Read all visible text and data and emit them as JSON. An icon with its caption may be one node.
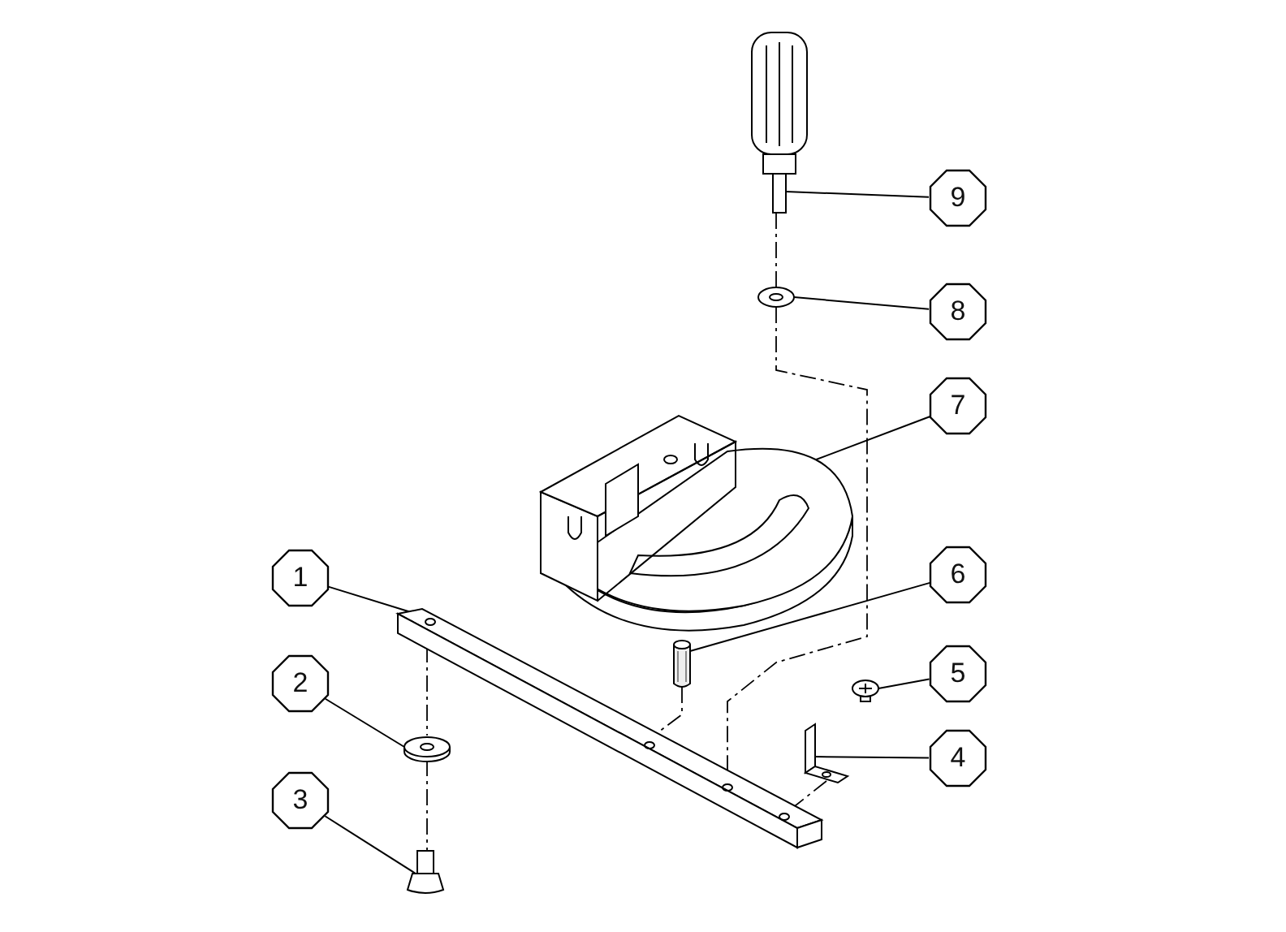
{
  "diagram": {
    "nodes": [
      {
        "text": [
          "1"
        ]
      },
      {
        "text": [
          "2"
        ]
      },
      {
        "text": [
          "3"
        ]
      },
      {
        "text": [
          "4"
        ]
      },
      {
        "text": [
          "5"
        ]
      },
      {
        "text": [
          "6"
        ]
      },
      {
        "text": [
          "7"
        ]
      },
      {
        "text": [
          "8"
        ]
      },
      {
        "text": [
          "9"
        ]
      },
      {
        "text": [],
        "shape": "picture"
      },
      {
        "text": [],
        "shape": "picture"
      },
      {
        "text": [],
        "shape": "picture"
      },
      {
        "text": [],
        "shape": "picture"
      },
      {
        "text": [],
        "shape": "picture"
      },
      {
        "text": [],
        "shape": "picture"
      },
      {
        "text": [],
        "shape": "picture"
      },
      {
        "text": [],
        "shape": "picture"
      },
      {
        "text": [],
        "shape": "picture"
      }
    ],
    "edges": [
      {
        "from": 0,
        "to": 9,
        "arrow": "none"
      },
      {
        "from": 1,
        "to": 10,
        "arrow": "none"
      },
      {
        "from": 2,
        "to": 11,
        "arrow": "none"
      },
      {
        "from": 3,
        "to": 12,
        "arrow": "none"
      },
      {
        "from": 4,
        "to": 13,
        "arrow": "none"
      },
      {
        "from": 5,
        "to": 14,
        "arrow": "none"
      },
      {
        "from": 6,
        "to": 15,
        "arrow": "none"
      },
      {
        "from": 7,
        "to": 16,
        "arrow": "none"
      },
      {
        "from": 8,
        "to": 17,
        "arrow": "none"
      },
      {
        "from": 17,
        "to": 16,
        "arrow": "none",
        "style": "dashed"
      },
      {
        "from": 16,
        "to": 9,
        "arrow": "none",
        "style": "dashed"
      },
      {
        "from": 14,
        "to": 9,
        "arrow": "none",
        "style": "dashed"
      },
      {
        "from": 12,
        "to": 9,
        "arrow": "none",
        "style": "dashed"
      },
      {
        "from": 9,
        "to": 10,
        "arrow": "none",
        "style": "dashed"
      },
      {
        "from": 10,
        "to": 11,
        "arrow": "none",
        "style": "dashed"
      }
    ]
  }
}
